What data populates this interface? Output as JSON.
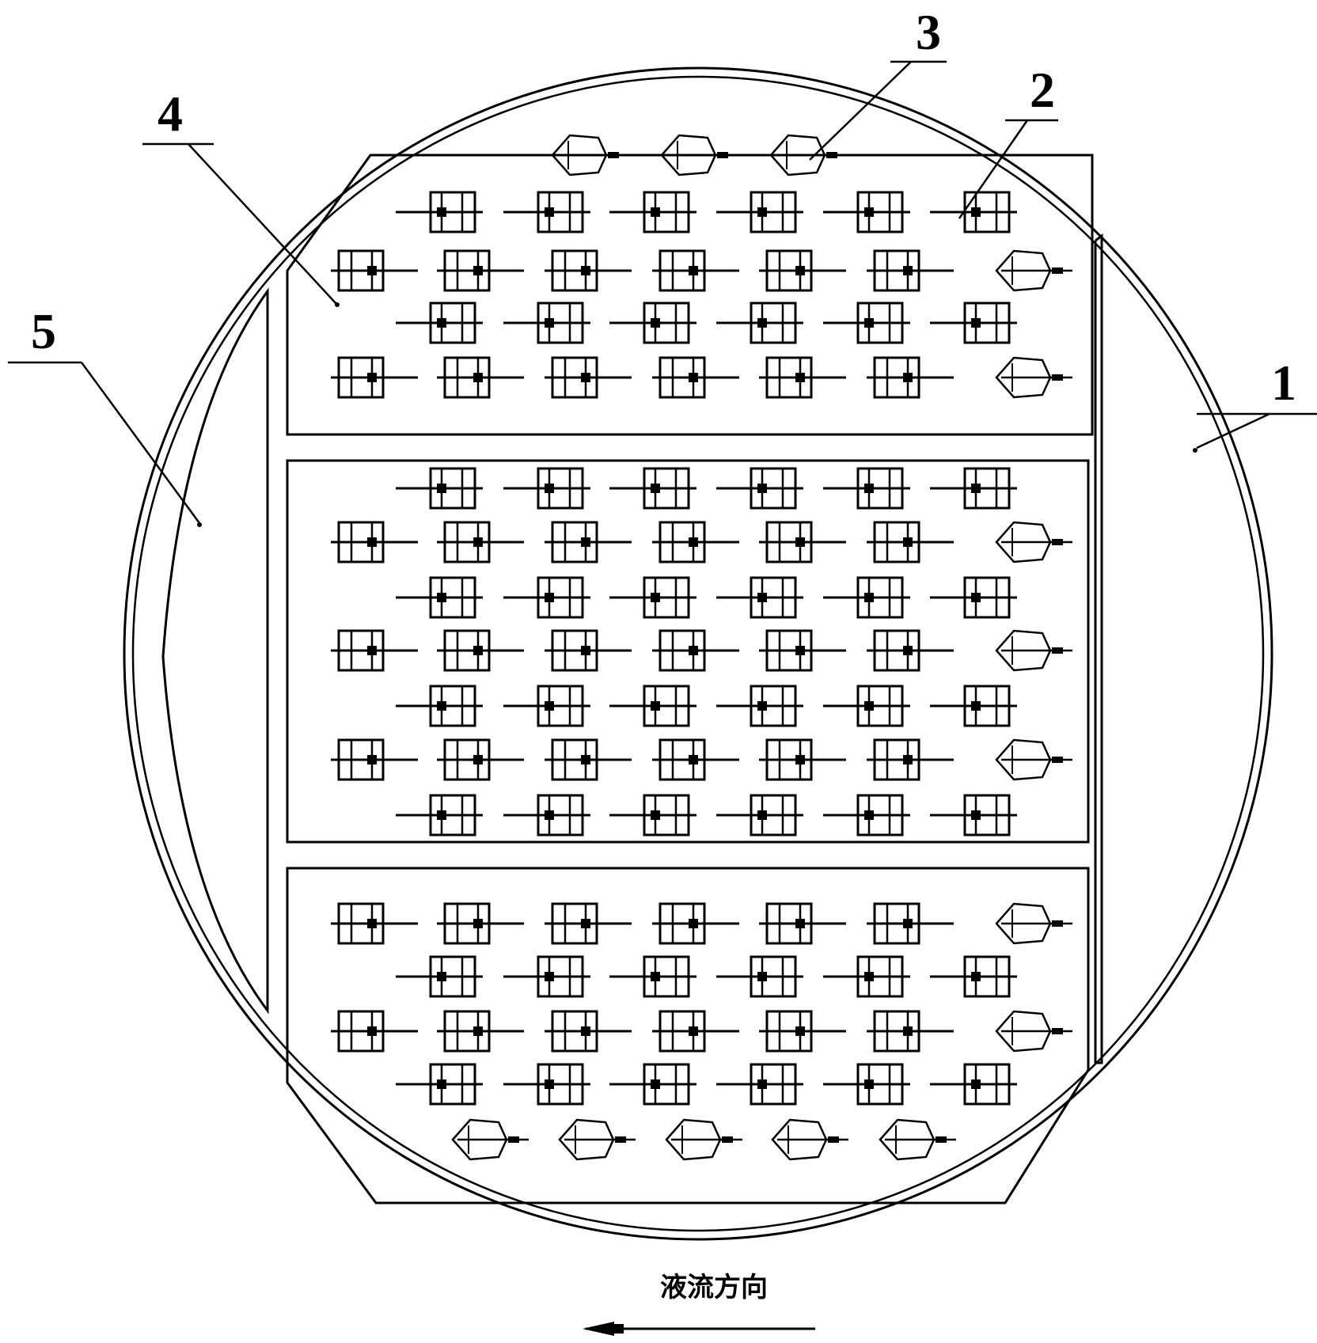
{
  "colors": {
    "ink": "#000000",
    "paper": "#ffffff"
  },
  "reference_labels": [
    {
      "id": "1",
      "text": "1"
    },
    {
      "id": "2",
      "text": "2"
    },
    {
      "id": "3",
      "text": "3"
    },
    {
      "id": "4",
      "text": "4"
    },
    {
      "id": "5",
      "text": "5"
    }
  ],
  "flow": {
    "text": "液流方向"
  },
  "panels": [
    {
      "id": "top",
      "rows": [
        {
          "count": 3,
          "kind": "trapezoid"
        },
        {
          "count": 6,
          "kind": "rect-left"
        },
        {
          "count": 6,
          "kind": "rect-right",
          "trapezoid_end": true
        },
        {
          "count": 6,
          "kind": "rect-left"
        },
        {
          "count": 6,
          "kind": "rect-right",
          "trapezoid_end": true
        }
      ]
    },
    {
      "id": "middle",
      "rows": [
        {
          "count": 6,
          "kind": "rect-left"
        },
        {
          "count": 6,
          "kind": "rect-right",
          "trapezoid_end": true
        },
        {
          "count": 6,
          "kind": "rect-left"
        },
        {
          "count": 6,
          "kind": "rect-right",
          "trapezoid_end": true
        },
        {
          "count": 6,
          "kind": "rect-left"
        },
        {
          "count": 6,
          "kind": "rect-right",
          "trapezoid_end": true
        },
        {
          "count": 6,
          "kind": "rect-left"
        }
      ]
    },
    {
      "id": "bottom",
      "rows": [
        {
          "count": 6,
          "kind": "rect-right",
          "trapezoid_end": true
        },
        {
          "count": 6,
          "kind": "rect-left"
        },
        {
          "count": 6,
          "kind": "rect-right",
          "trapezoid_end": true
        },
        {
          "count": 6,
          "kind": "rect-left"
        },
        {
          "count": 5,
          "kind": "trapezoid"
        }
      ]
    }
  ]
}
